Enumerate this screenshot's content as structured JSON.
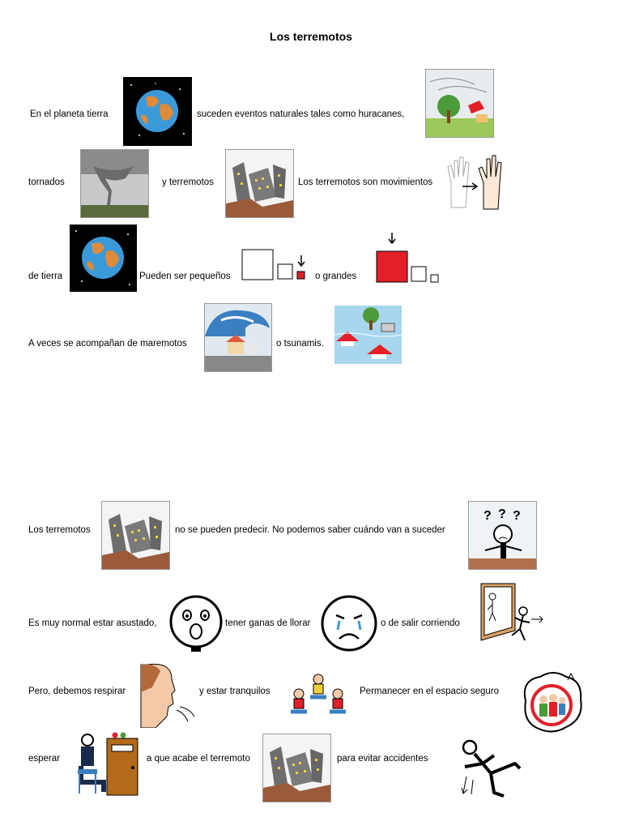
{
  "title": "Los terremotos",
  "text": {
    "t1": "En el planeta tierra",
    "t2": "suceden eventos naturales tales como huracanes,",
    "t3": "tornados",
    "t4": "y terremotos",
    "t5": "Los terremotos son movimientos",
    "t6": "de tierra",
    "t7": "Pueden ser pequeños",
    "t8": "o  grandes",
    "t9": "A veces se acompañan de maremotos",
    "t10": "o tsunamis.",
    "t11": "Los terremotos",
    "t12": "no se pueden predecir. No podemos saber cuándo van a suceder",
    "t13": "Es muy normal estar asustado,",
    "t14": "tener ganas de llorar",
    "t15": "o de salir corriendo",
    "t16": "Pero, debemos respirar",
    "t17": "y estar tranquilos",
    "t18": "Permanecer en el espacio seguro",
    "t19": "esperar",
    "t20": "a que acabe el terremoto",
    "t21": "para evitar accidentes"
  },
  "icons": [
    "earth-icon",
    "hurricane-icon",
    "tornado-icon",
    "earthquake-icon",
    "moving-hand-icon",
    "small-squares-icon",
    "big-squares-icon",
    "tsunami-wave-icon",
    "flood-icon",
    "confused-person-icon",
    "scared-face-icon",
    "crying-face-icon",
    "running-out-door-icon",
    "breathing-face-icon",
    "calm-children-icon",
    "safe-space-icon",
    "waiting-person-icon",
    "falling-person-icon"
  ],
  "colors": {
    "red": "#e32028",
    "earth_blue": "#3a9ad9",
    "earth_land": "#e08b3a"
  }
}
